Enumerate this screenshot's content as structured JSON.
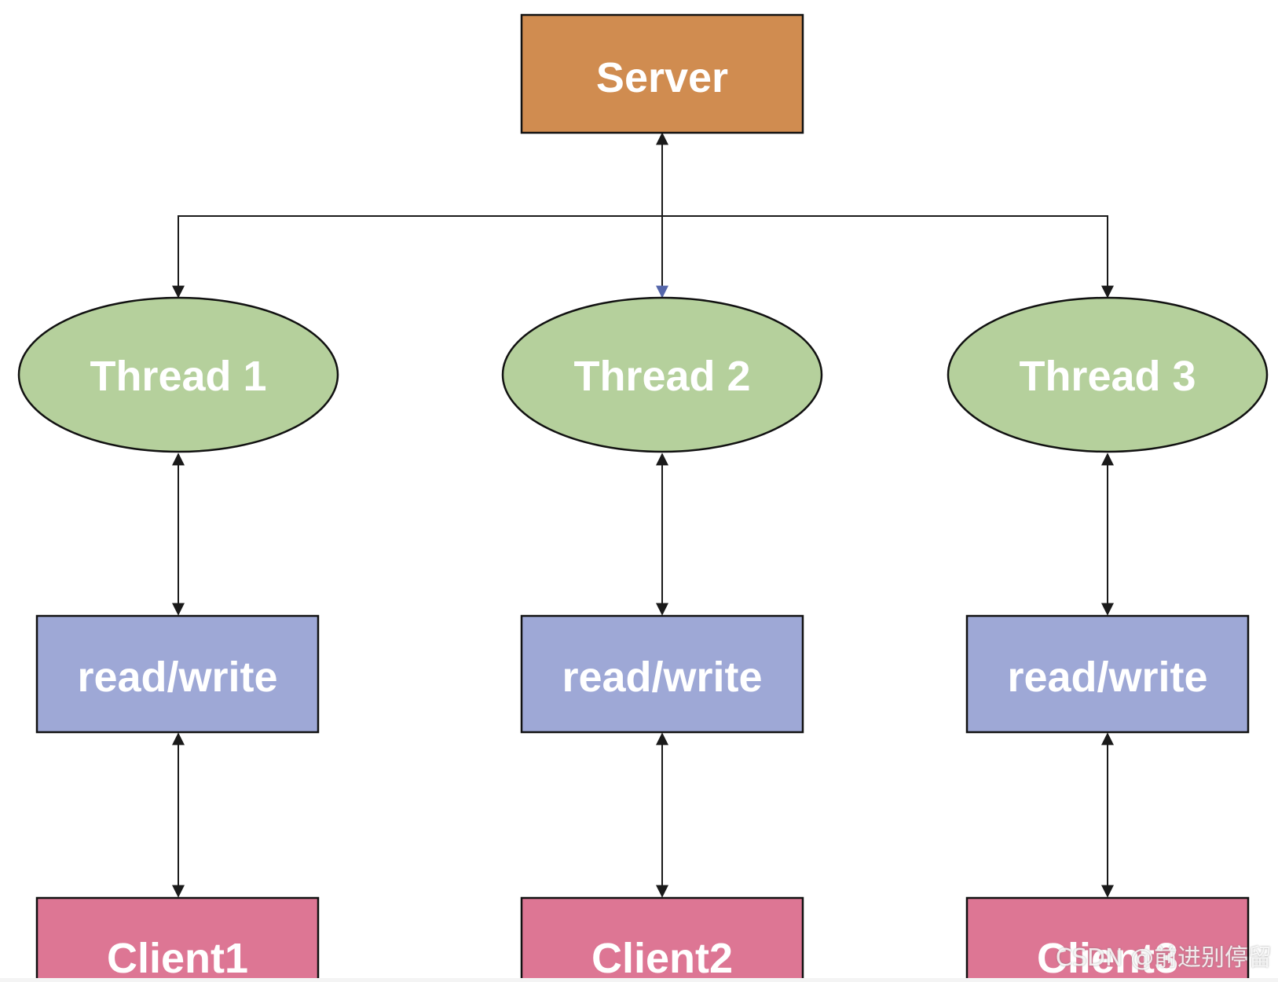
{
  "diagram": {
    "server": {
      "label": "Server"
    },
    "threads": [
      {
        "label": "Thread 1"
      },
      {
        "label": "Thread 2"
      },
      {
        "label": "Thread 3"
      }
    ],
    "io": [
      {
        "label": "read/write"
      },
      {
        "label": "read/write"
      },
      {
        "label": "read/write"
      }
    ],
    "clients": [
      {
        "label": "Client1"
      },
      {
        "label": "Client2"
      },
      {
        "label": "Client3"
      }
    ]
  },
  "watermark": "CSDN @前进别停留",
  "colors": {
    "server": "#d08c50",
    "thread": "#b5d09c",
    "io": "#9ea8d6",
    "client": "#dd7694",
    "edge": "#1a1a1a",
    "center_arrow": "#5566aa"
  }
}
